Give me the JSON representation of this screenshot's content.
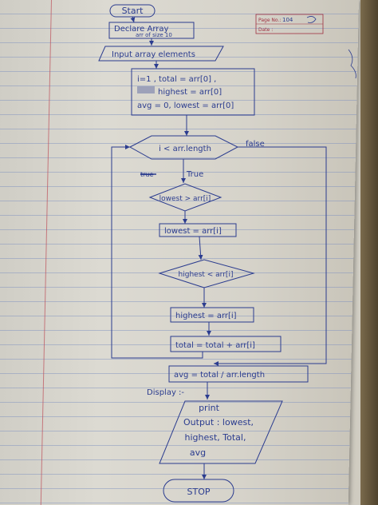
{
  "page_box": {
    "page_no_label": "Page No.:",
    "page_no_value": "104",
    "date_label": "Date :"
  },
  "flowchart": {
    "start": "Start",
    "declare": {
      "line1": "Declare Array",
      "line2": "arr of size 10"
    },
    "input": "Input array elements",
    "init": {
      "line1": "i=1 , total = arr[0] ,",
      "line2": "highest = arr[0]",
      "line3": "avg = 0, lowest = arr[0]"
    },
    "cond_main": "i < arr.length",
    "false_label": "false",
    "true_label": "True",
    "true_struck": "true",
    "cond_lowest": "lowest > arr[i]",
    "assign_lowest": "lowest = arr[i]",
    "cond_highest": "highest < arr[i]",
    "assign_highest": "highest = arr[i]",
    "assign_total": "total = total + arr[i]",
    "avg": "avg = total / arr.length",
    "display": "Display :-",
    "print": {
      "line1": "print",
      "line2": "Output : lowest,",
      "line3": "highest, Total,",
      "line4": "avg"
    },
    "stop": "STOP"
  },
  "colors": {
    "ink": "#2b3c8f",
    "paper": "#d8d5cc",
    "rule": "#7890c0",
    "margin": "#c05060"
  }
}
